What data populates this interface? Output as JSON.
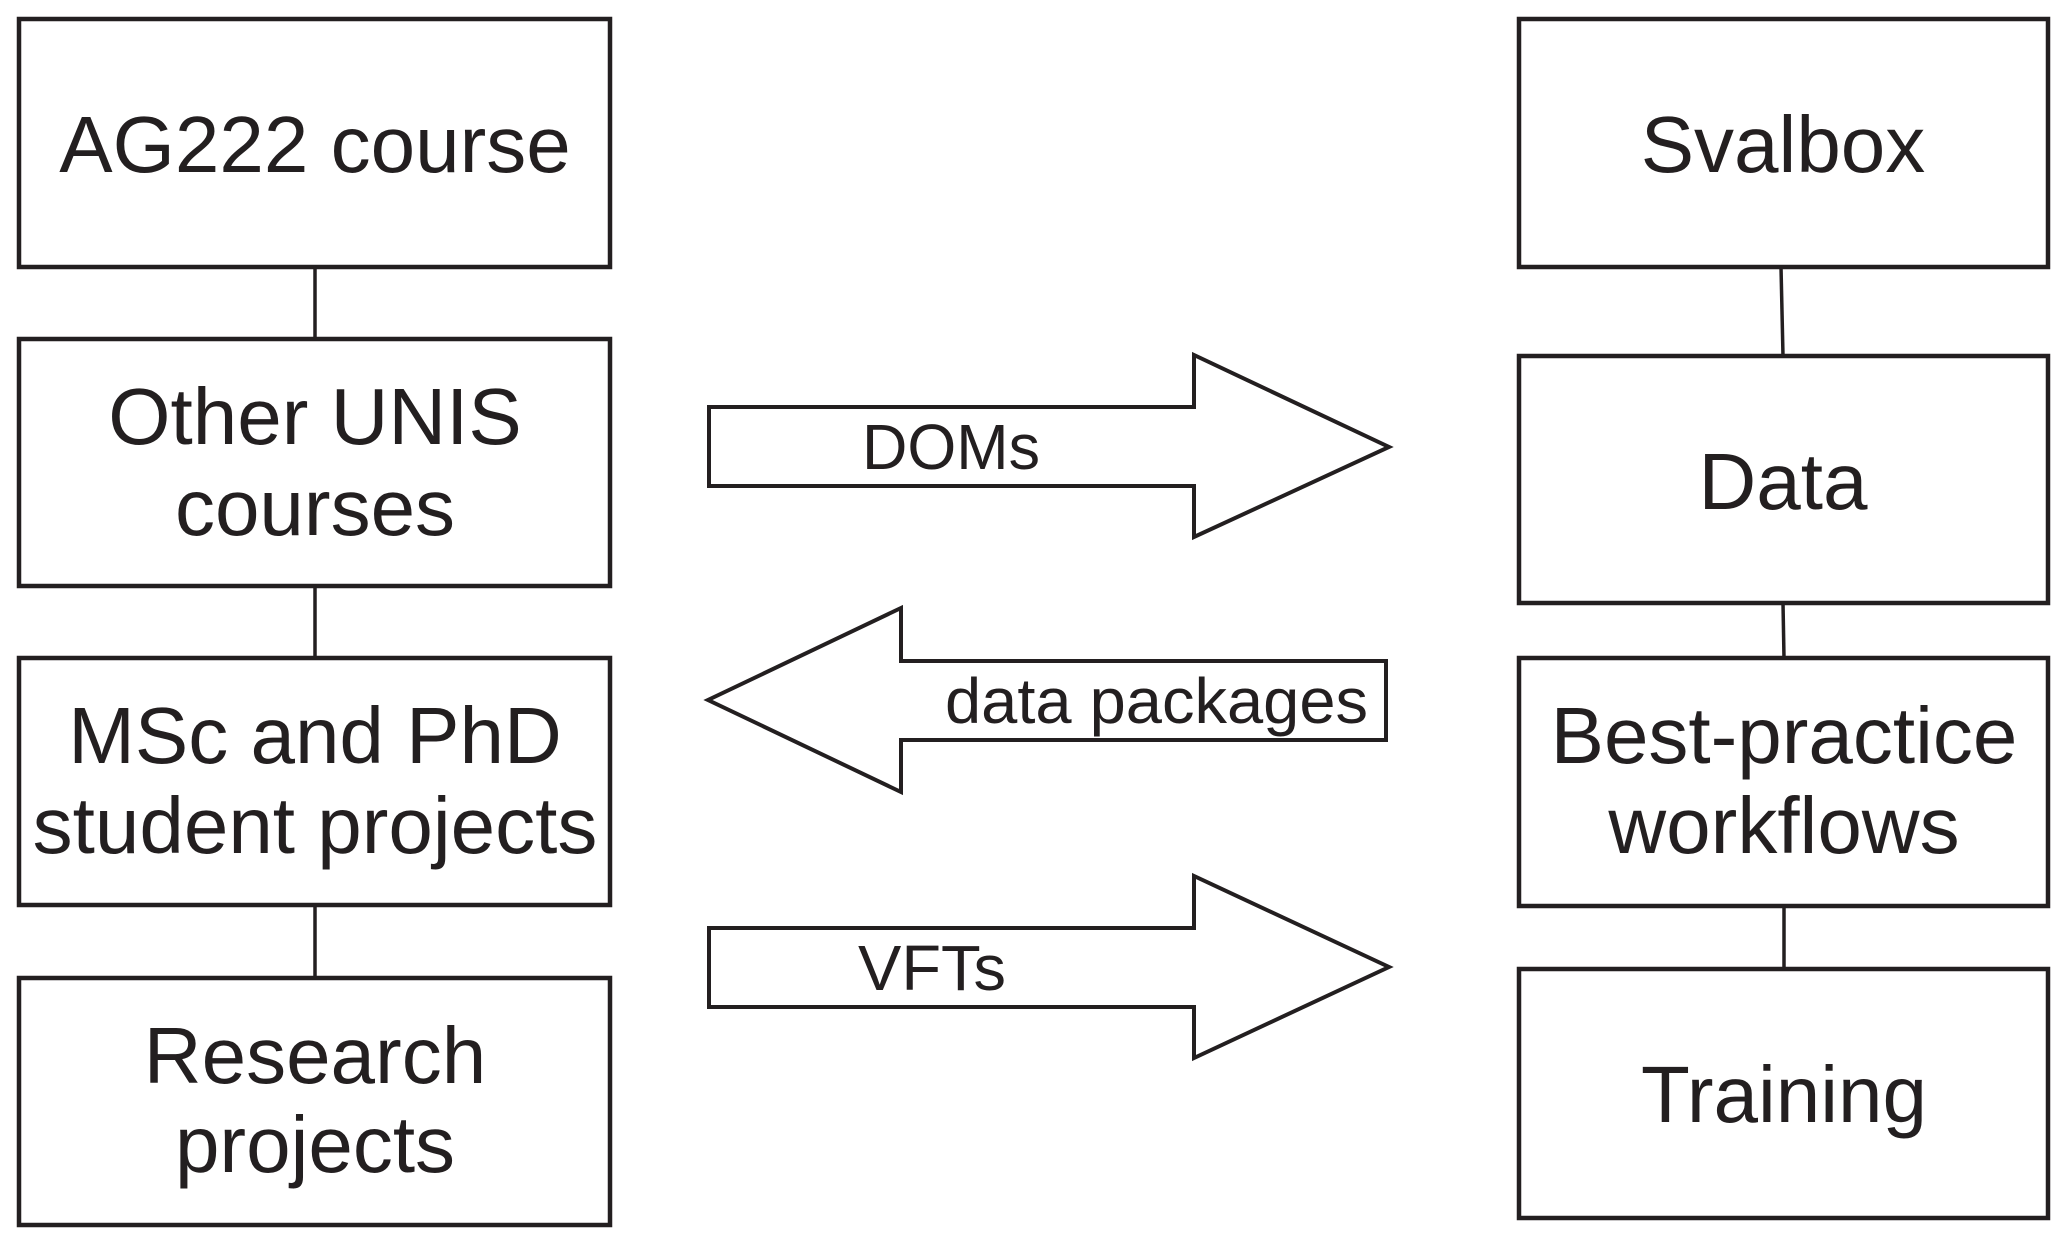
{
  "diagram": {
    "left_column": [
      {
        "id": "ag222",
        "lines": [
          "AG222 course"
        ]
      },
      {
        "id": "other-unis",
        "lines": [
          "Other UNIS",
          "courses"
        ]
      },
      {
        "id": "msc-phd",
        "lines": [
          "MSc and PhD",
          "student projects"
        ]
      },
      {
        "id": "research",
        "lines": [
          "Research",
          "projects"
        ]
      }
    ],
    "right_column": [
      {
        "id": "svalbox",
        "lines": [
          "Svalbox"
        ]
      },
      {
        "id": "data",
        "lines": [
          "Data"
        ]
      },
      {
        "id": "best-practice",
        "lines": [
          "Best-practice",
          "workflows"
        ]
      },
      {
        "id": "training",
        "lines": [
          "Training"
        ]
      }
    ],
    "arrows": [
      {
        "id": "doms",
        "label": "DOMs",
        "direction": "right"
      },
      {
        "id": "data-packages",
        "label": "data packages",
        "direction": "left"
      },
      {
        "id": "vfts",
        "label": "VFTs",
        "direction": "right"
      }
    ],
    "colors": {
      "stroke": "#231f20",
      "fill": "#ffffff"
    }
  }
}
